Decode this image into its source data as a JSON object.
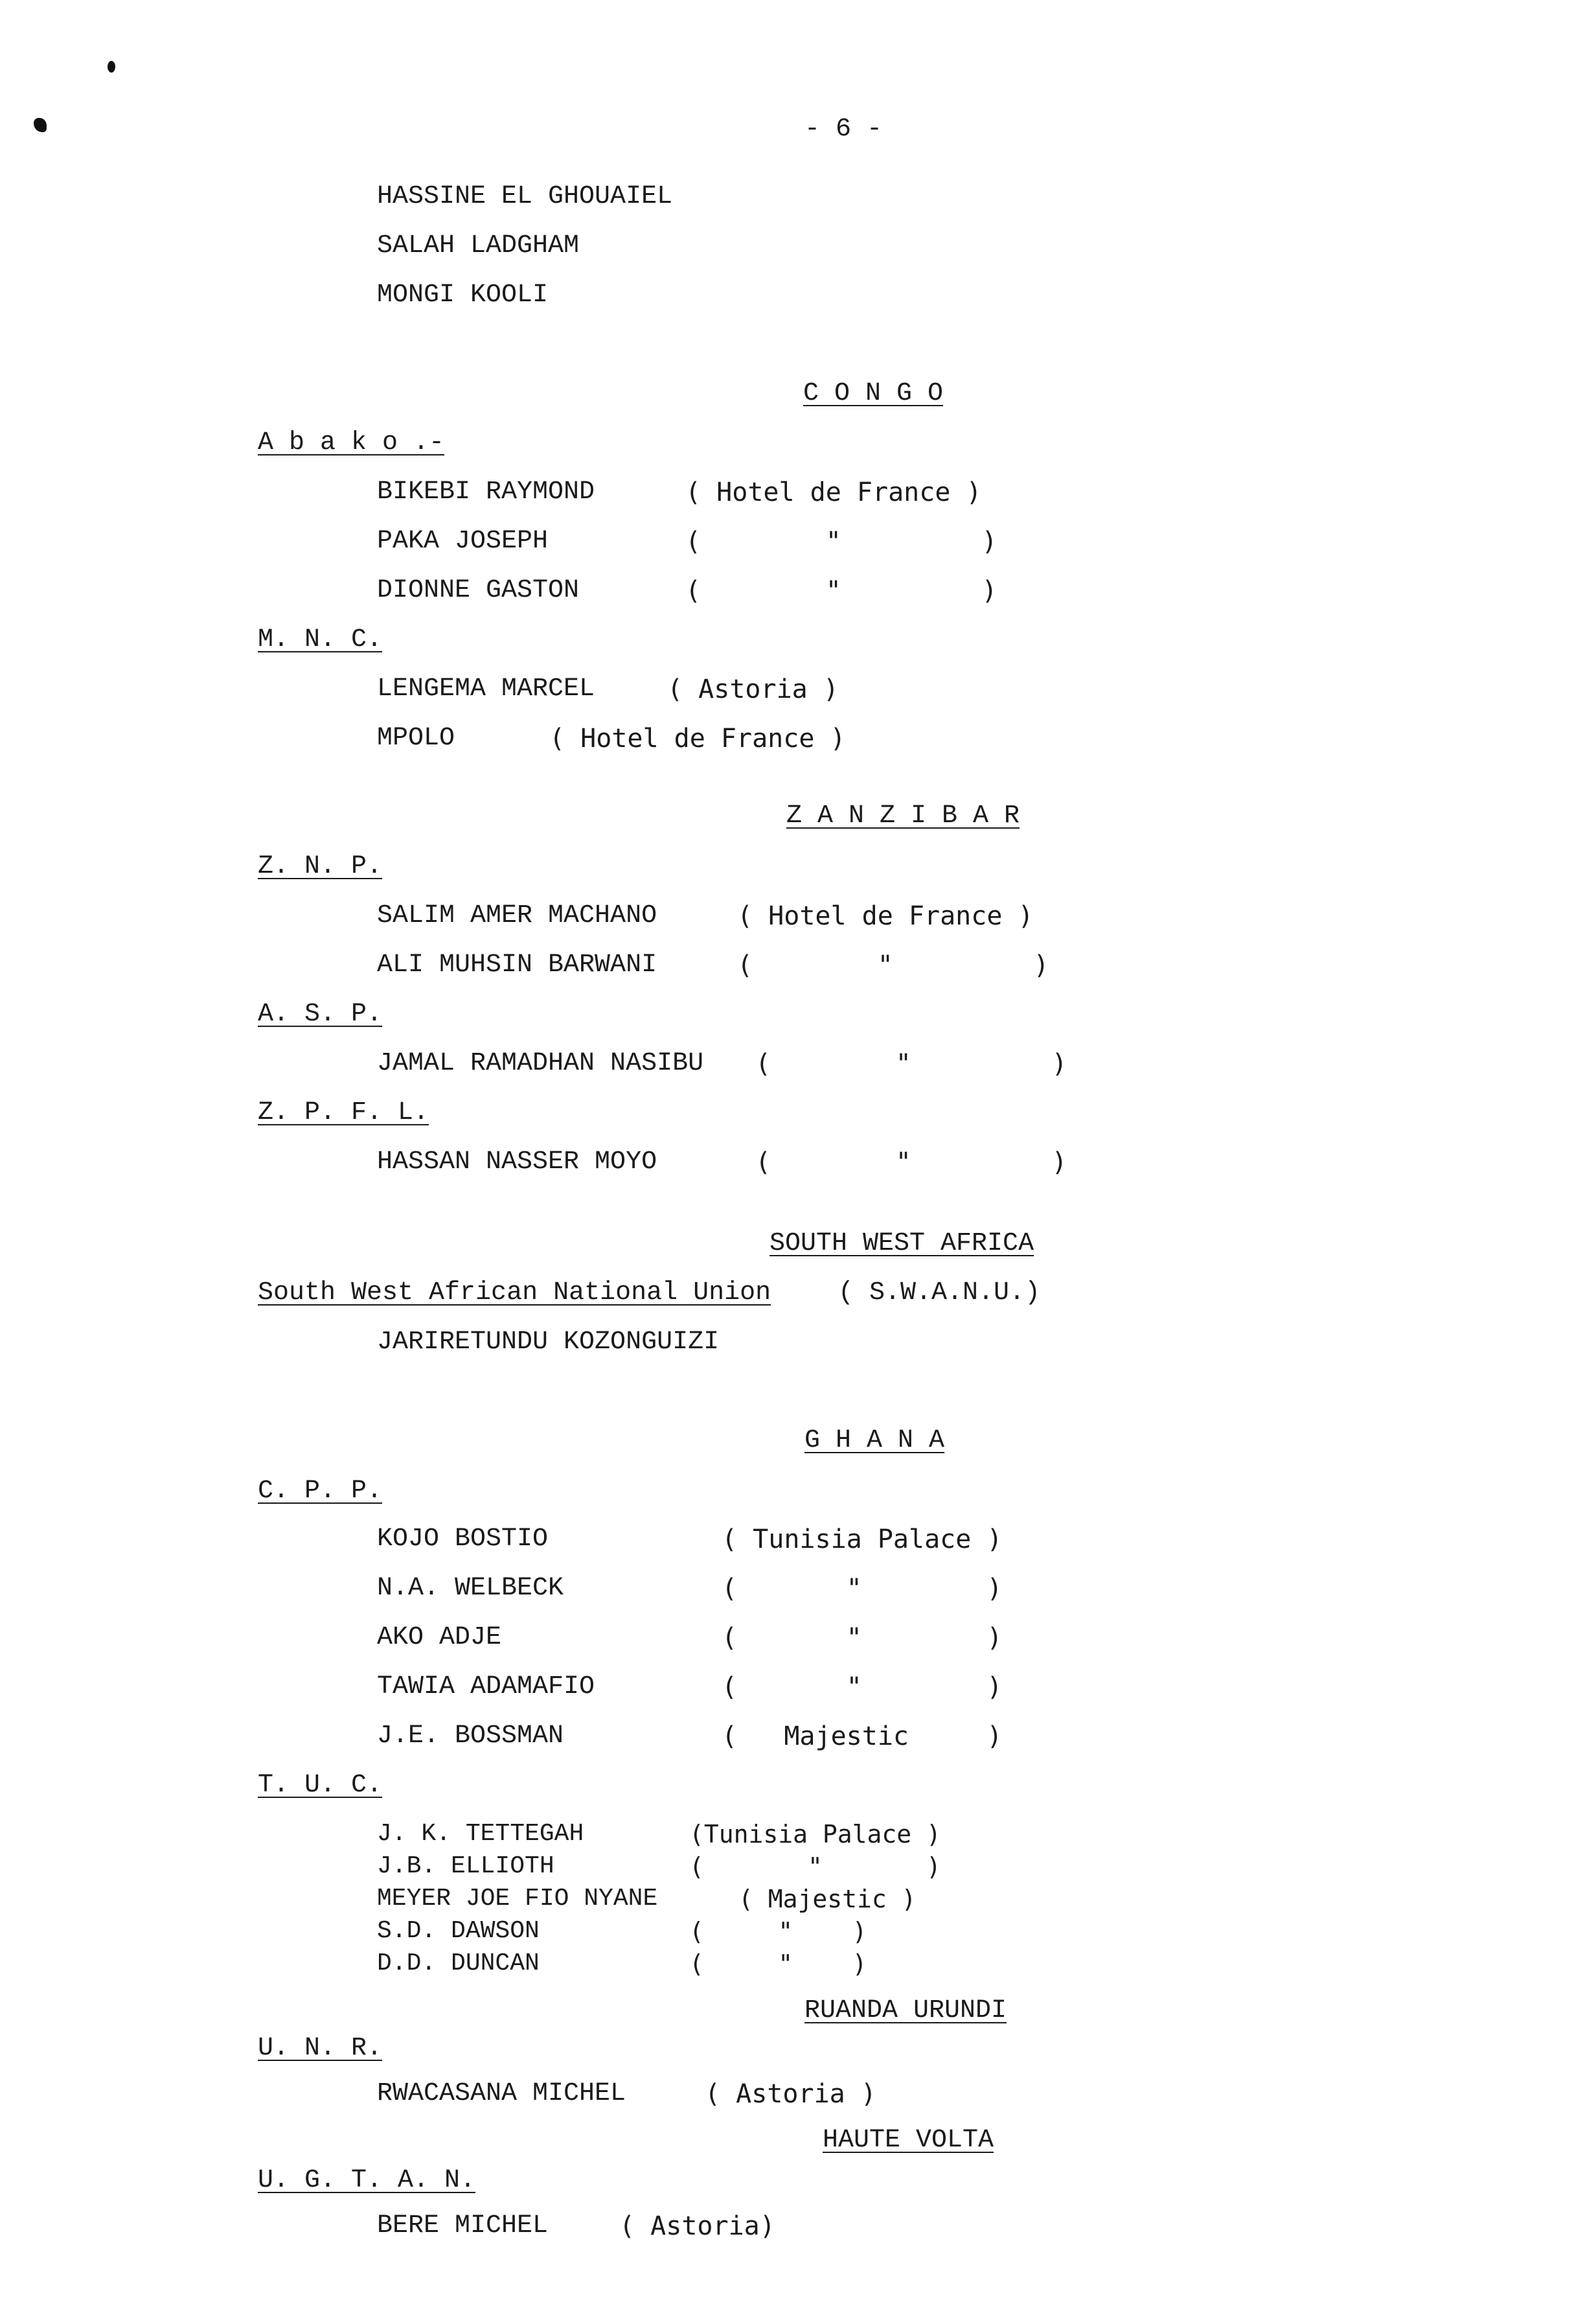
{
  "page_number": "- 6 -",
  "top_names": [
    "HASSINE EL GHOUAIEL",
    "SALAH LADGHAM",
    "MONGI KOOLI"
  ],
  "congo": {
    "heading": "C O N G O",
    "abako": {
      "label": "A b a k o .-",
      "rows": [
        {
          "name": "BIKEBI RAYMOND",
          "hotel": "( Hotel de France )"
        },
        {
          "name": "PAKA JOSEPH",
          "hotel": "(        \"         )"
        },
        {
          "name": "DIONNE GASTON",
          "hotel": "(        \"         )"
        }
      ]
    },
    "mnc": {
      "label": "M. N. C.",
      "rows": [
        {
          "name": "LENGEMA MARCEL",
          "hotel": "( Astoria )"
        },
        {
          "name": "MPOLO",
          "hotel": "( Hotel de France )"
        }
      ]
    }
  },
  "zanzibar": {
    "heading": "Z A N Z I B A R",
    "znp": {
      "label": "Z. N. P.",
      "rows": [
        {
          "name": "SALIM AMER MACHANO",
          "hotel": "( Hotel de France )"
        },
        {
          "name": "ALI MUHSIN BARWANI",
          "hotel": "(        \"         )"
        }
      ]
    },
    "asp": {
      "label": "A. S. P.",
      "rows": [
        {
          "name": "JAMAL RAMADHAN NASIBU",
          "hotel": "(        \"         )"
        }
      ]
    },
    "zpfl": {
      "label": "Z. P. F. L.",
      "rows": [
        {
          "name": "HASSAN NASSER MOYO",
          "hotel": "(        \"         )"
        }
      ]
    }
  },
  "south_west_africa": {
    "heading": "SOUTH WEST AFRICA",
    "org_label": "South West African National Union",
    "org_abbr": "( S.W.A.N.U.)",
    "rows": [
      {
        "name": "JARIRETUNDU KOZONGUIZI"
      }
    ]
  },
  "ghana": {
    "heading": "G H A N A",
    "cpp": {
      "label": "C. P. P.",
      "rows": [
        {
          "name": "KOJO BOSTIO",
          "hotel": "( Tunisia Palace )"
        },
        {
          "name": "N.A. WELBECK",
          "hotel": "(       \"        )"
        },
        {
          "name": "AKO ADJE",
          "hotel": "(       \"        )"
        },
        {
          "name": "TAWIA ADAMAFIO",
          "hotel": "(       \"        )"
        },
        {
          "name": "J.E. BOSSMAN",
          "hotel": "(   Majestic     )"
        }
      ]
    },
    "tuc": {
      "label": "T. U. C.",
      "rows": [
        {
          "name": "J. K. TETTEGAH",
          "hotel": "(Tunisia Palace )"
        },
        {
          "name": "J.B. ELLIOTH",
          "hotel": "(       \"       )"
        },
        {
          "name": "MEYER JOE FIO NYANE",
          "hotel": "( Majestic )"
        },
        {
          "name": "S.D. DAWSON",
          "hotel": "(     \"    )"
        },
        {
          "name": "D.D. DUNCAN",
          "hotel": "(     \"    )"
        }
      ]
    }
  },
  "ruanda_urundi": {
    "heading": "RUANDA URUNDI",
    "unr": {
      "label": "U. N. R.",
      "rows": [
        {
          "name": "RWACASANA MICHEL",
          "hotel": "( Astoria )"
        }
      ]
    }
  },
  "haute_volta": {
    "heading": "HAUTE VOLTA",
    "ugtan": {
      "label": "U. G. T. A. N.",
      "rows": [
        {
          "name": "BERE MICHEL",
          "hotel": "( Astoria)"
        }
      ]
    }
  }
}
